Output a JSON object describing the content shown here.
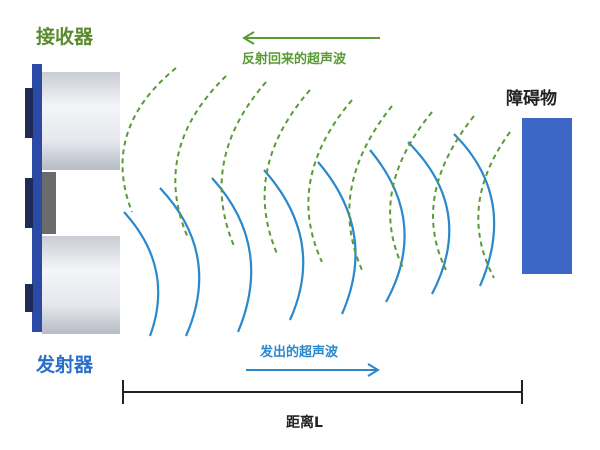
{
  "labels": {
    "receiver": "接收器",
    "emitter": "发射器",
    "obstacle": "障碍物",
    "reflected_wave": "反射回来的超声波",
    "emitted_wave": "发出的超声波",
    "distance": "距离L"
  },
  "colors": {
    "receiver_green": "#5b8a2e",
    "emitter_blue": "#2a6fc9",
    "reflected_wave": "#5a9a36",
    "emitted_wave": "#2a88cc",
    "obstacle": "#3c67c6",
    "panel": "#2a4aa6"
  }
}
